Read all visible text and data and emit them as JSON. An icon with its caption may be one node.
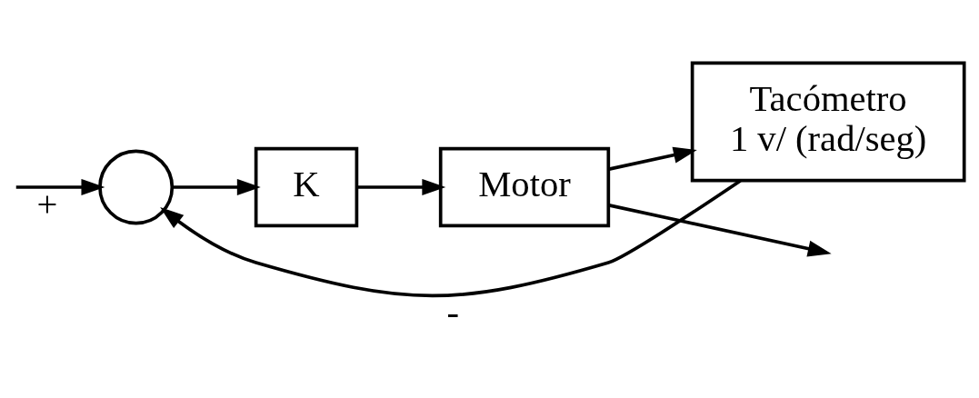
{
  "diagram": {
    "nodes": [
      {
        "text": [],
        "shape": "circle"
      },
      {
        "text": [
          "K"
        ]
      },
      {
        "text": [
          "Motor"
        ]
      },
      {
        "text": [
          "Tacómetro",
          "1 v/ (rad/seg)"
        ]
      }
    ],
    "edges": [
      {
        "from": null,
        "to": 0,
        "arrow": "to",
        "label": "+"
      },
      {
        "from": 0,
        "to": 1,
        "arrow": "to"
      },
      {
        "from": 1,
        "to": 2,
        "arrow": "to"
      },
      {
        "from": 2,
        "to": null,
        "arrow": "to"
      },
      {
        "from": 2,
        "to": 3,
        "arrow": "to"
      },
      {
        "from": 3,
        "to": 0,
        "arrow": "to",
        "label": "-"
      }
    ]
  }
}
